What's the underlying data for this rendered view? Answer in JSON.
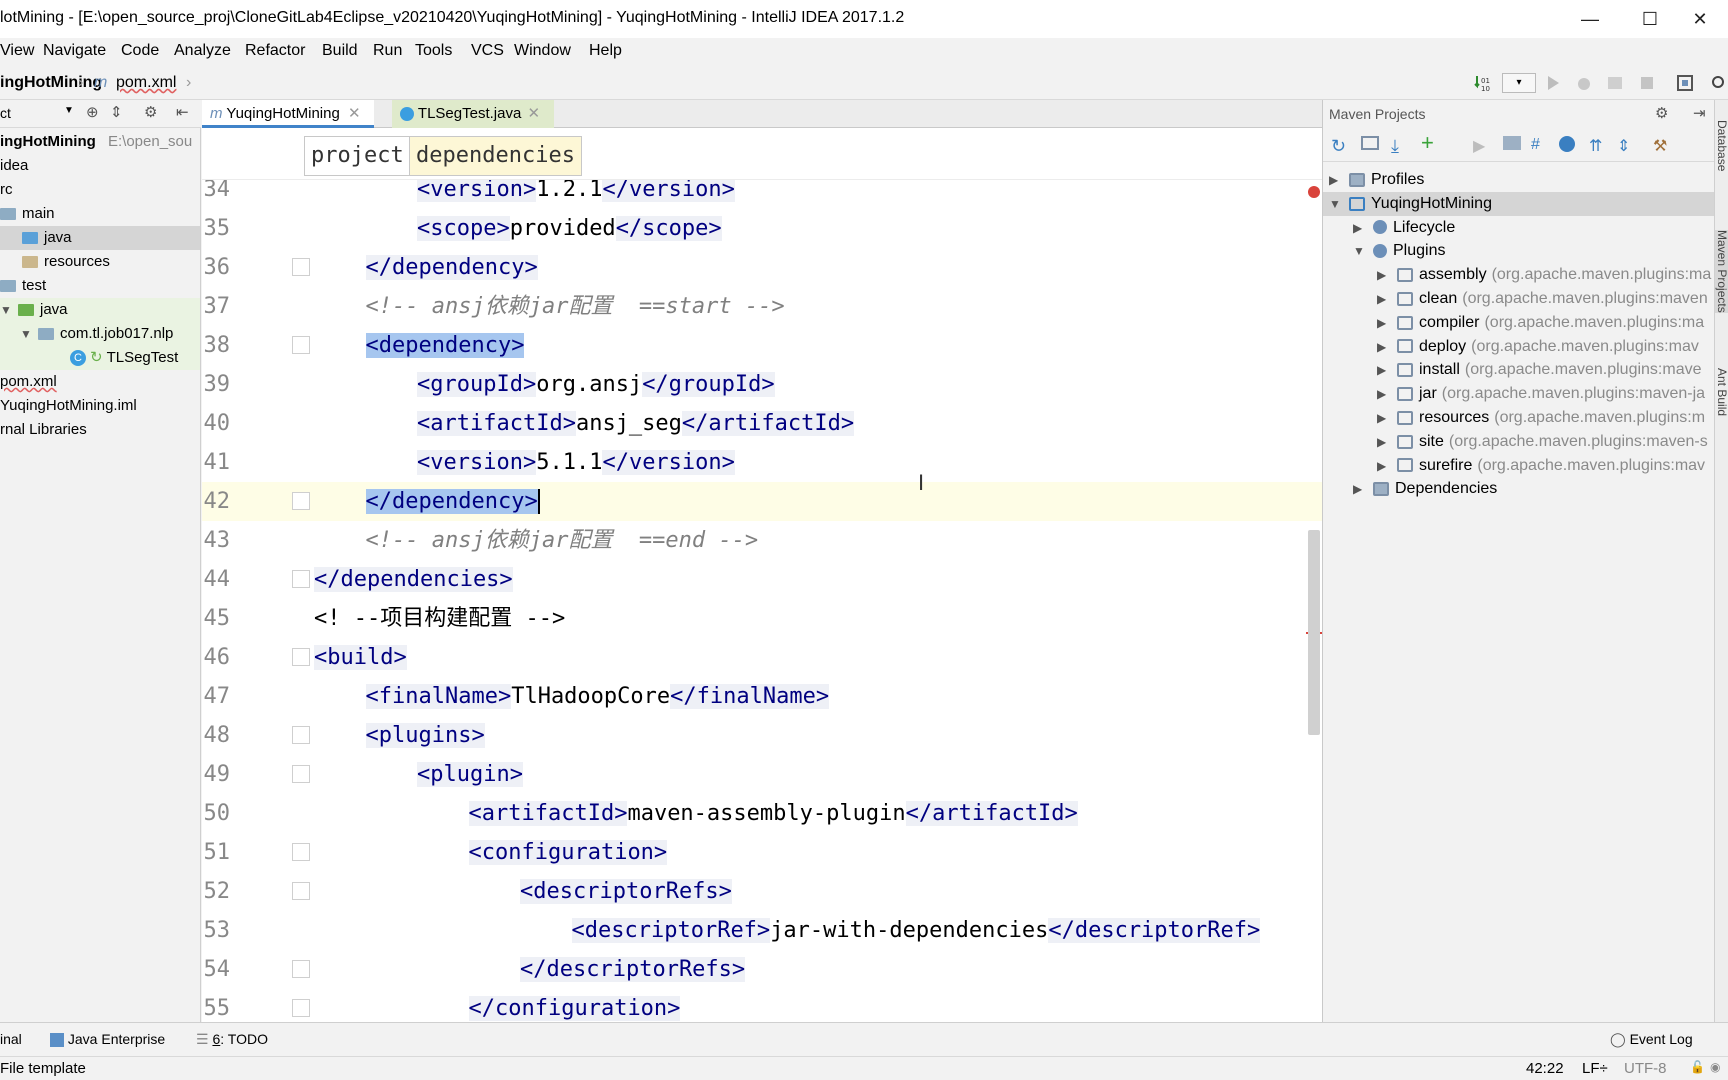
{
  "window": {
    "title": "lotMining - [E:\\open_source_proj\\CloneGitLab4Eclipse_v20210420\\YuqingHotMining] - YuqingHotMining - IntelliJ IDEA 2017.1.2"
  },
  "menu": [
    "View",
    "Navigate",
    "Code",
    "Analyze",
    "Refactor",
    "Build",
    "Run",
    "Tools",
    "VCS",
    "Window",
    "Help"
  ],
  "nav": {
    "project": "ingHotMining",
    "file": "pom.xml"
  },
  "project_panel": {
    "header": "ct",
    "items": [
      {
        "label": "ingHotMining",
        "extra": "E:\\open_sou"
      },
      {
        "label": "idea"
      },
      {
        "label": "rc"
      },
      {
        "label": "main"
      },
      {
        "label": "java"
      },
      {
        "label": "resources"
      },
      {
        "label": "test"
      },
      {
        "label": "java"
      },
      {
        "label": "com.tl.job017.nlp"
      },
      {
        "label": "TLSegTest"
      },
      {
        "label": "pom.xml"
      },
      {
        "label": "YuqingHotMining.iml"
      },
      {
        "label": "rnal Libraries"
      }
    ]
  },
  "editor": {
    "tabs": [
      {
        "label": "YuqingHotMining",
        "active": true
      },
      {
        "label": "TLSegTest.java",
        "active": false
      }
    ],
    "breadcrumbs": [
      "project",
      "dependencies"
    ],
    "lines": [
      {
        "n": "34",
        "indent": 5,
        "html": "version",
        "text": "1.2.1",
        "kind": "elem"
      },
      {
        "n": "35",
        "indent": 5,
        "html": "scope",
        "text": "provided",
        "kind": "elem"
      },
      {
        "n": "36",
        "indent": 4,
        "text": "</dependency>",
        "kind": "close"
      },
      {
        "n": "37",
        "indent": 4,
        "text": "<!-- ansj依赖jar配置  ==start -->",
        "kind": "comment"
      },
      {
        "n": "38",
        "indent": 4,
        "text": "<dependency>",
        "kind": "open-sel"
      },
      {
        "n": "39",
        "indent": 5,
        "html": "groupId",
        "text": "org.ansj",
        "kind": "elem"
      },
      {
        "n": "40",
        "indent": 5,
        "html": "artifactId",
        "text": "ansj_seg",
        "kind": "elem"
      },
      {
        "n": "41",
        "indent": 5,
        "html": "version",
        "text": "5.1.1",
        "kind": "elem"
      },
      {
        "n": "42",
        "indent": 4,
        "text": "</dependency>",
        "kind": "close-sel"
      },
      {
        "n": "43",
        "indent": 4,
        "text": "<!-- ansj依赖jar配置  ==end -->",
        "kind": "comment"
      },
      {
        "n": "44",
        "indent": 3,
        "text": "</dependencies>",
        "kind": "close"
      },
      {
        "n": "45",
        "indent": 3,
        "text": "<! --项目构建配置 -->",
        "kind": "plain"
      },
      {
        "n": "46",
        "indent": 3,
        "text": "<build>",
        "kind": "open"
      },
      {
        "n": "47",
        "indent": 4,
        "html": "finalName",
        "text": "TlHadoopCore",
        "kind": "elem"
      },
      {
        "n": "48",
        "indent": 4,
        "text": "<plugins>",
        "kind": "open"
      },
      {
        "n": "49",
        "indent": 5,
        "text": "<plugin>",
        "kind": "open"
      },
      {
        "n": "50",
        "indent": 6,
        "html": "artifactId",
        "text": "maven-assembly-plugin",
        "kind": "elem"
      },
      {
        "n": "51",
        "indent": 6,
        "text": "<configuration>",
        "kind": "open"
      },
      {
        "n": "52",
        "indent": 7,
        "text": "<descriptorRefs>",
        "kind": "open"
      },
      {
        "n": "53",
        "indent": 8,
        "html": "descriptorRef",
        "text": "jar-with-dependencies",
        "kind": "elem"
      },
      {
        "n": "54",
        "indent": 7,
        "text": "</descriptorRefs>",
        "kind": "close"
      },
      {
        "n": "55",
        "indent": 6,
        "text": "</configuration>",
        "kind": "close"
      }
    ]
  },
  "maven": {
    "title": "Maven Projects",
    "tree": [
      {
        "label": "Profiles",
        "note": "",
        "depth": 0,
        "icon": "folder"
      },
      {
        "label": "YuqingHotMining",
        "note": "",
        "depth": 0,
        "icon": "project",
        "expanded": true,
        "sel": true
      },
      {
        "label": "Lifecycle",
        "note": "",
        "depth": 1,
        "icon": "gear"
      },
      {
        "label": "Plugins",
        "note": "",
        "depth": 1,
        "icon": "gear",
        "expanded": true
      },
      {
        "label": "assembly",
        "note": "(org.apache.maven.plugins:ma",
        "depth": 2,
        "icon": "plugin"
      },
      {
        "label": "clean",
        "note": "(org.apache.maven.plugins:maven",
        "depth": 2,
        "icon": "plugin"
      },
      {
        "label": "compiler",
        "note": "(org.apache.maven.plugins:ma",
        "depth": 2,
        "icon": "plugin"
      },
      {
        "label": "deploy",
        "note": "(org.apache.maven.plugins:mav",
        "depth": 2,
        "icon": "plugin"
      },
      {
        "label": "install",
        "note": "(org.apache.maven.plugins:mave",
        "depth": 2,
        "icon": "plugin"
      },
      {
        "label": "jar",
        "note": "(org.apache.maven.plugins:maven-ja",
        "depth": 2,
        "icon": "plugin"
      },
      {
        "label": "resources",
        "note": "(org.apache.maven.plugins:m",
        "depth": 2,
        "icon": "plugin"
      },
      {
        "label": "site",
        "note": "(org.apache.maven.plugins:maven-s",
        "depth": 2,
        "icon": "plugin"
      },
      {
        "label": "surefire",
        "note": "(org.apache.maven.plugins:mav",
        "depth": 2,
        "icon": "plugin"
      },
      {
        "label": "Dependencies",
        "note": "",
        "depth": 1,
        "icon": "folder"
      }
    ]
  },
  "side_strip": [
    "Database",
    "Maven Projects",
    "Ant Build"
  ],
  "bottom_tools": {
    "terminal": "inal",
    "java_enterprise": "Java Enterprise",
    "todo_num": "6",
    "todo": ": TODO",
    "event_log": "Event Log"
  },
  "status": {
    "message": "File template",
    "position": "42:22",
    "line_sep": "LF÷",
    "encoding": "UTF-8"
  }
}
